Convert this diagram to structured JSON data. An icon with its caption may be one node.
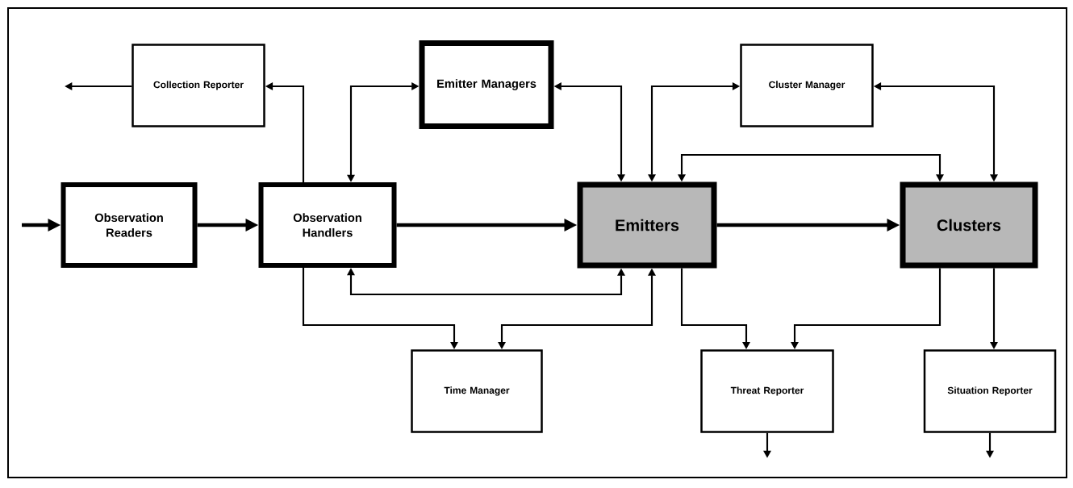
{
  "diagram": {
    "nodes": [
      {
        "text": [
          "Collection Reporter"
        ]
      },
      {
        "text": [
          "Emitter Managers"
        ]
      },
      {
        "text": [
          "Cluster Manager"
        ]
      },
      {
        "text": [
          "Observation Readers"
        ]
      },
      {
        "text": [
          "Observation Handlers"
        ]
      },
      {
        "text": [
          "Emitters"
        ]
      },
      {
        "text": [
          "Clusters"
        ]
      },
      {
        "text": [
          "Time Manager"
        ]
      },
      {
        "text": [
          "Threat Reporter"
        ]
      },
      {
        "text": [
          "Situation Reporter"
        ]
      }
    ],
    "edges": [
      {
        "from": null,
        "to": 3,
        "arrow": "to",
        "style": "thick"
      },
      {
        "from": 3,
        "to": 4,
        "arrow": "to",
        "style": "thick"
      },
      {
        "from": 4,
        "to": 0,
        "arrow": "to"
      },
      {
        "from": 0,
        "to": null,
        "arrow": "to"
      },
      {
        "from": 4,
        "to": 1,
        "arrow": "both"
      },
      {
        "from": 1,
        "to": 5,
        "arrow": "both"
      },
      {
        "from": 5,
        "to": 2,
        "arrow": "both"
      },
      {
        "from": 2,
        "to": 6,
        "arrow": "both"
      },
      {
        "from": 5,
        "to": 6,
        "arrow": "both"
      },
      {
        "from": 4,
        "to": 5,
        "arrow": "to",
        "style": "thick"
      },
      {
        "from": 5,
        "to": 6,
        "arrow": "to",
        "style": "thick"
      },
      {
        "from": 4,
        "to": 5,
        "arrow": "both"
      },
      {
        "from": 4,
        "to": 7,
        "arrow": "to"
      },
      {
        "from": 5,
        "to": 7,
        "arrow": "both"
      },
      {
        "from": 5,
        "to": 8,
        "arrow": "to"
      },
      {
        "from": 6,
        "to": 8,
        "arrow": "to"
      },
      {
        "from": 6,
        "to": 9,
        "arrow": "to"
      },
      {
        "from": 8,
        "to": null,
        "arrow": "to"
      },
      {
        "from": 9,
        "to": null,
        "arrow": "to"
      }
    ]
  }
}
